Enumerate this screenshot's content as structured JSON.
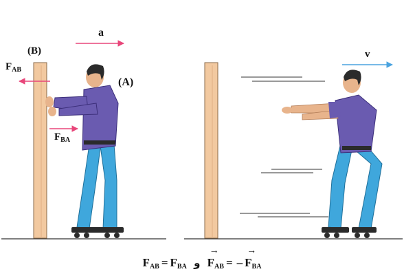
{
  "labels": {
    "acceleration": "a",
    "velocity": "v",
    "body_B": "(B)",
    "body_A": "(A)",
    "force_on_wall": {
      "main": "F",
      "sub": "AB"
    },
    "force_on_person": {
      "main": "F",
      "sub": "BA"
    }
  },
  "equation": {
    "magnitude_lhs": {
      "main": "F",
      "sub": "AB"
    },
    "magnitude_eq": "=",
    "magnitude_rhs": {
      "main": "F",
      "sub": "BA"
    },
    "conjunction": "و",
    "vector_lhs": {
      "main": "F",
      "sub": "AB"
    },
    "vector_eq": "=",
    "vector_minus": "–",
    "vector_rhs": {
      "main": "F",
      "sub": "BA"
    }
  },
  "colors": {
    "force_arrow": "#e8467a",
    "velocity_arrow": "#4aa3df",
    "wall_fill": "#f2c9a0",
    "shirt": "#6a5bb0",
    "jeans": "#3fa7dc",
    "skin": "#e8b48c",
    "hair": "#2b2b2b",
    "skate": "#2b2b2b"
  }
}
